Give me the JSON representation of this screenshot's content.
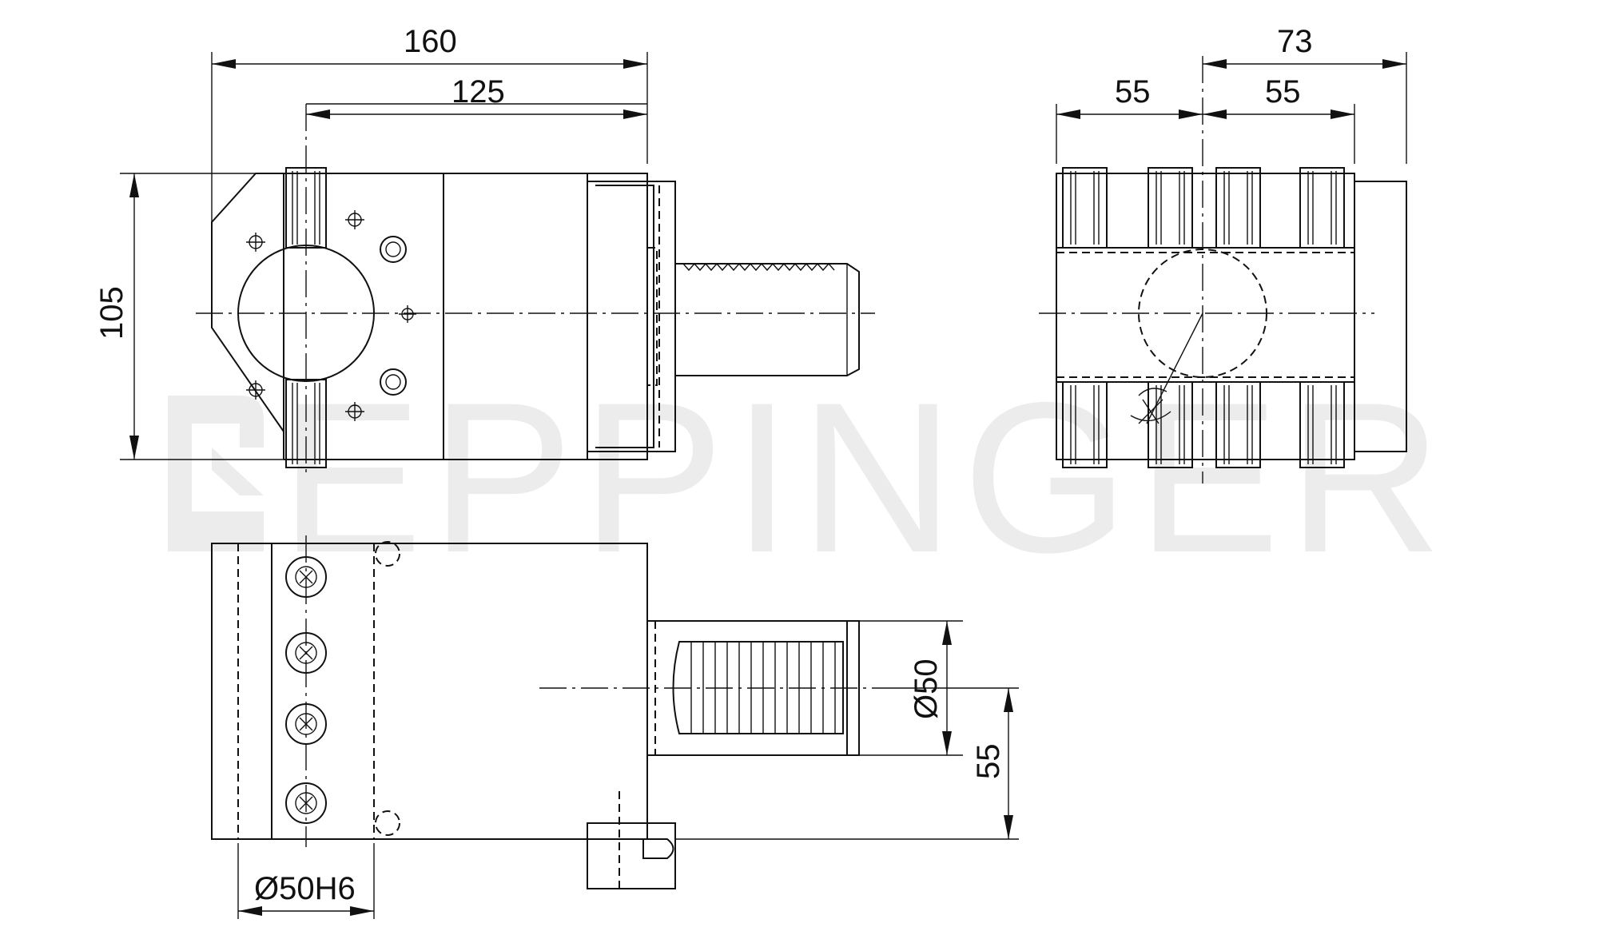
{
  "watermark": "EPPINGER",
  "dimensions": {
    "d160": "160",
    "d125": "125",
    "d105": "105",
    "d73": "73",
    "d55_left": "55",
    "d55_right": "55",
    "d50": "Ø50",
    "d55_vertical": "55",
    "d50h6": "Ø50H6"
  }
}
